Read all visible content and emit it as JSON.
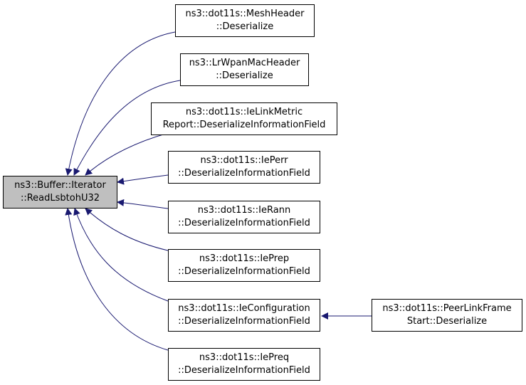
{
  "graph": {
    "root": {
      "line1": "ns3::Buffer::Iterator",
      "line2": "::ReadLsbtohU32"
    },
    "callers": [
      {
        "line1": "ns3::dot11s::MeshHeader",
        "line2": "::Deserialize"
      },
      {
        "line1": "ns3::LrWpanMacHeader",
        "line2": "::Deserialize"
      },
      {
        "line1": "ns3::dot11s::IeLinkMetric",
        "line2": "Report::DeserializeInformationField"
      },
      {
        "line1": "ns3::dot11s::IePerr",
        "line2": "::DeserializeInformationField"
      },
      {
        "line1": "ns3::dot11s::IeRann",
        "line2": "::DeserializeInformationField"
      },
      {
        "line1": "ns3::dot11s::IePrep",
        "line2": "::DeserializeInformationField"
      },
      {
        "line1": "ns3::dot11s::IeConfiguration",
        "line2": "::DeserializeInformationField"
      },
      {
        "line1": "ns3::dot11s::IePreq",
        "line2": "::DeserializeInformationField"
      }
    ],
    "secondary": {
      "line1": "ns3::dot11s::PeerLinkFrame",
      "line2": "Start::Deserialize"
    },
    "colors": {
      "edge": "#191970",
      "root_fill": "#bfbfbf",
      "node_fill": "#ffffff",
      "border": "#000000"
    }
  }
}
